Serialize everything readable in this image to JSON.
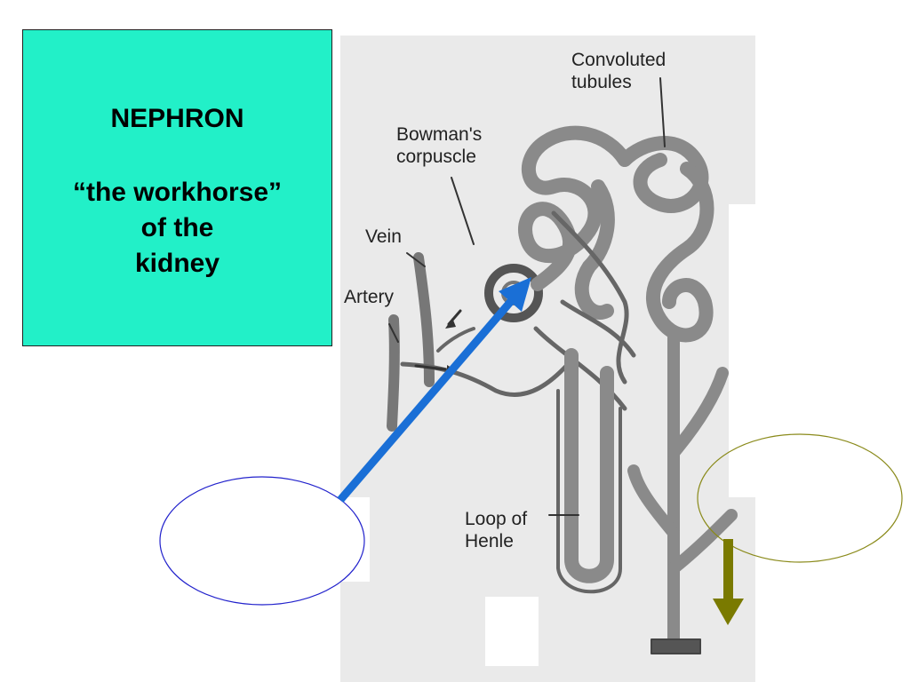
{
  "title_box": {
    "heading": "NEPHRON",
    "line1": "“the workhorse”",
    "line2": "of the",
    "line3": "kidney",
    "background": "#22f0c8"
  },
  "diagram": {
    "labels": {
      "convoluted_1": "Convoluted",
      "convoluted_2": "tubules",
      "bowmans_1": "Bowman's",
      "bowmans_2": "corpuscle",
      "vein": "Vein",
      "artery": "Artery",
      "loop_1": "Loop of",
      "loop_2": "Henle"
    }
  },
  "annotations": {
    "blue_arrow_color": "#1a6fd6",
    "left_ellipse_color": "#2222cc",
    "right_ellipse_color": "#8a8a1a",
    "down_arrow_color": "#7a7a00"
  }
}
